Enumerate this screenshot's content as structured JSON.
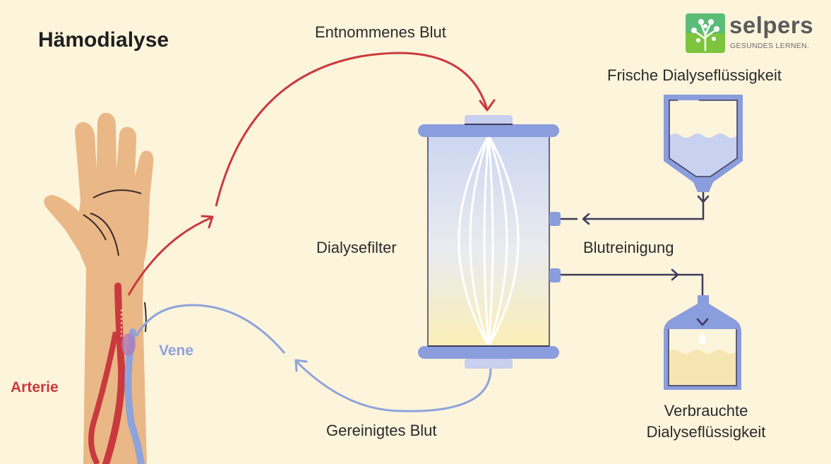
{
  "title": "Hämodialyse",
  "labels": {
    "withdrawn_blood": "Entnommenes Blut",
    "dialysis_filter": "Dialysefilter",
    "blood_cleaning": "Blutreinigung",
    "fresh_fluid": "Frische Dialyseflüssigkeit",
    "used_fluid": "Verbrauchte Dialyseflüssigkeit",
    "cleaned_blood": "Gereinigtes Blut",
    "vein": "Vene",
    "artery": "Arterie"
  },
  "logo": {
    "name": "selpers",
    "tagline": "GESUNDES LERNEN.",
    "icon": "tree-icon"
  },
  "colors": {
    "background": "#fdf4dc",
    "artery": "#c93a3e",
    "vein": "#8ea3dc",
    "filter_cap": "#8a9ddc",
    "outline": "#3e3a5a",
    "skin": "#e9b886",
    "logo_green": "#7dc43f"
  }
}
